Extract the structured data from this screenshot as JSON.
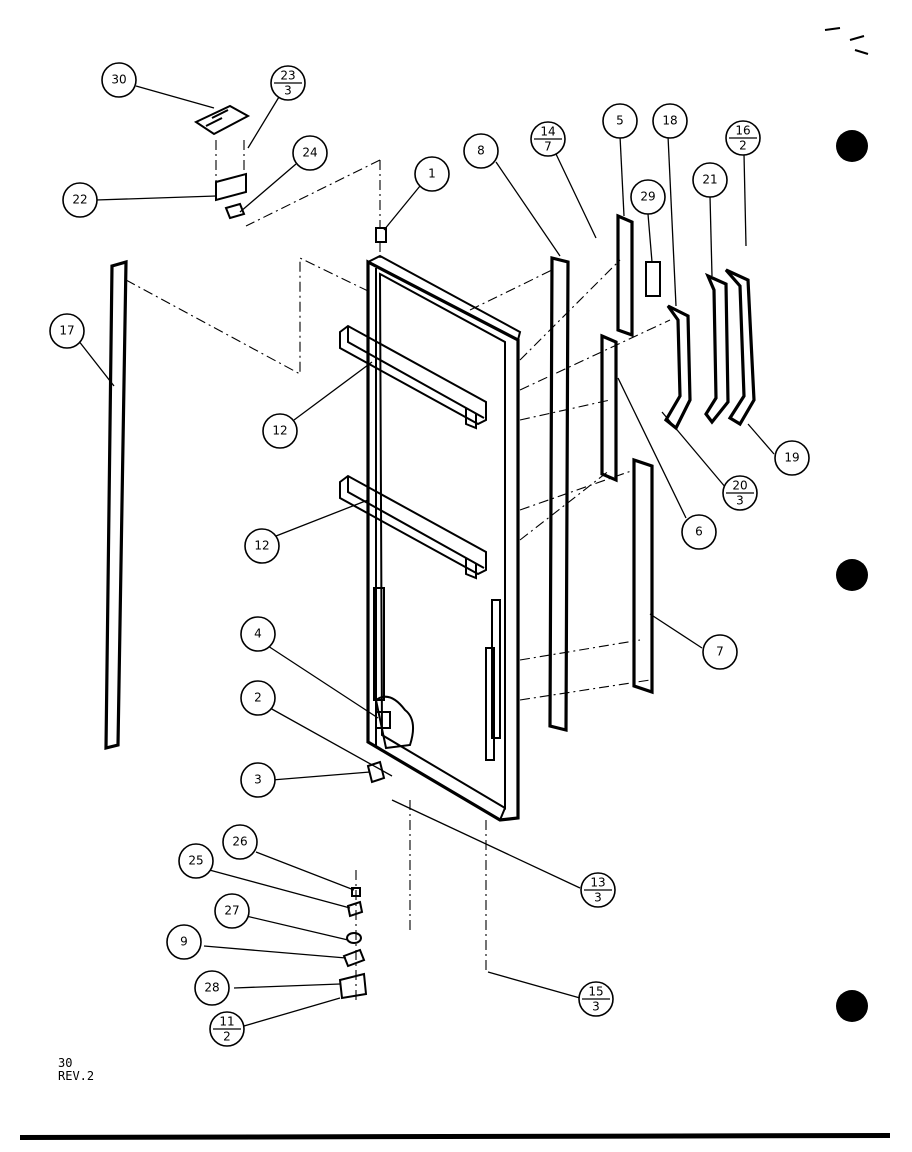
{
  "callouts": [
    {
      "top": "30"
    },
    {
      "top": "23",
      "bottom": "3"
    },
    {
      "top": "22"
    },
    {
      "top": "24"
    },
    {
      "top": "1"
    },
    {
      "top": "8"
    },
    {
      "top": "14",
      "bottom": "7"
    },
    {
      "top": "5"
    },
    {
      "top": "18"
    },
    {
      "top": "16",
      "bottom": "2"
    },
    {
      "top": "29"
    },
    {
      "top": "21"
    },
    {
      "top": "17"
    },
    {
      "top": "12"
    },
    {
      "top": "12"
    },
    {
      "top": "19"
    },
    {
      "top": "20",
      "bottom": "3"
    },
    {
      "top": "6"
    },
    {
      "top": "7"
    },
    {
      "top": "4"
    },
    {
      "top": "2"
    },
    {
      "top": "3"
    },
    {
      "top": "13",
      "bottom": "3"
    },
    {
      "top": "26"
    },
    {
      "top": "25"
    },
    {
      "top": "27"
    },
    {
      "top": "9"
    },
    {
      "top": "28"
    },
    {
      "top": "11",
      "bottom": "2"
    },
    {
      "top": "15",
      "bottom": "3"
    }
  ],
  "footer": {
    "page_number": "30",
    "revision": "REV.2"
  }
}
